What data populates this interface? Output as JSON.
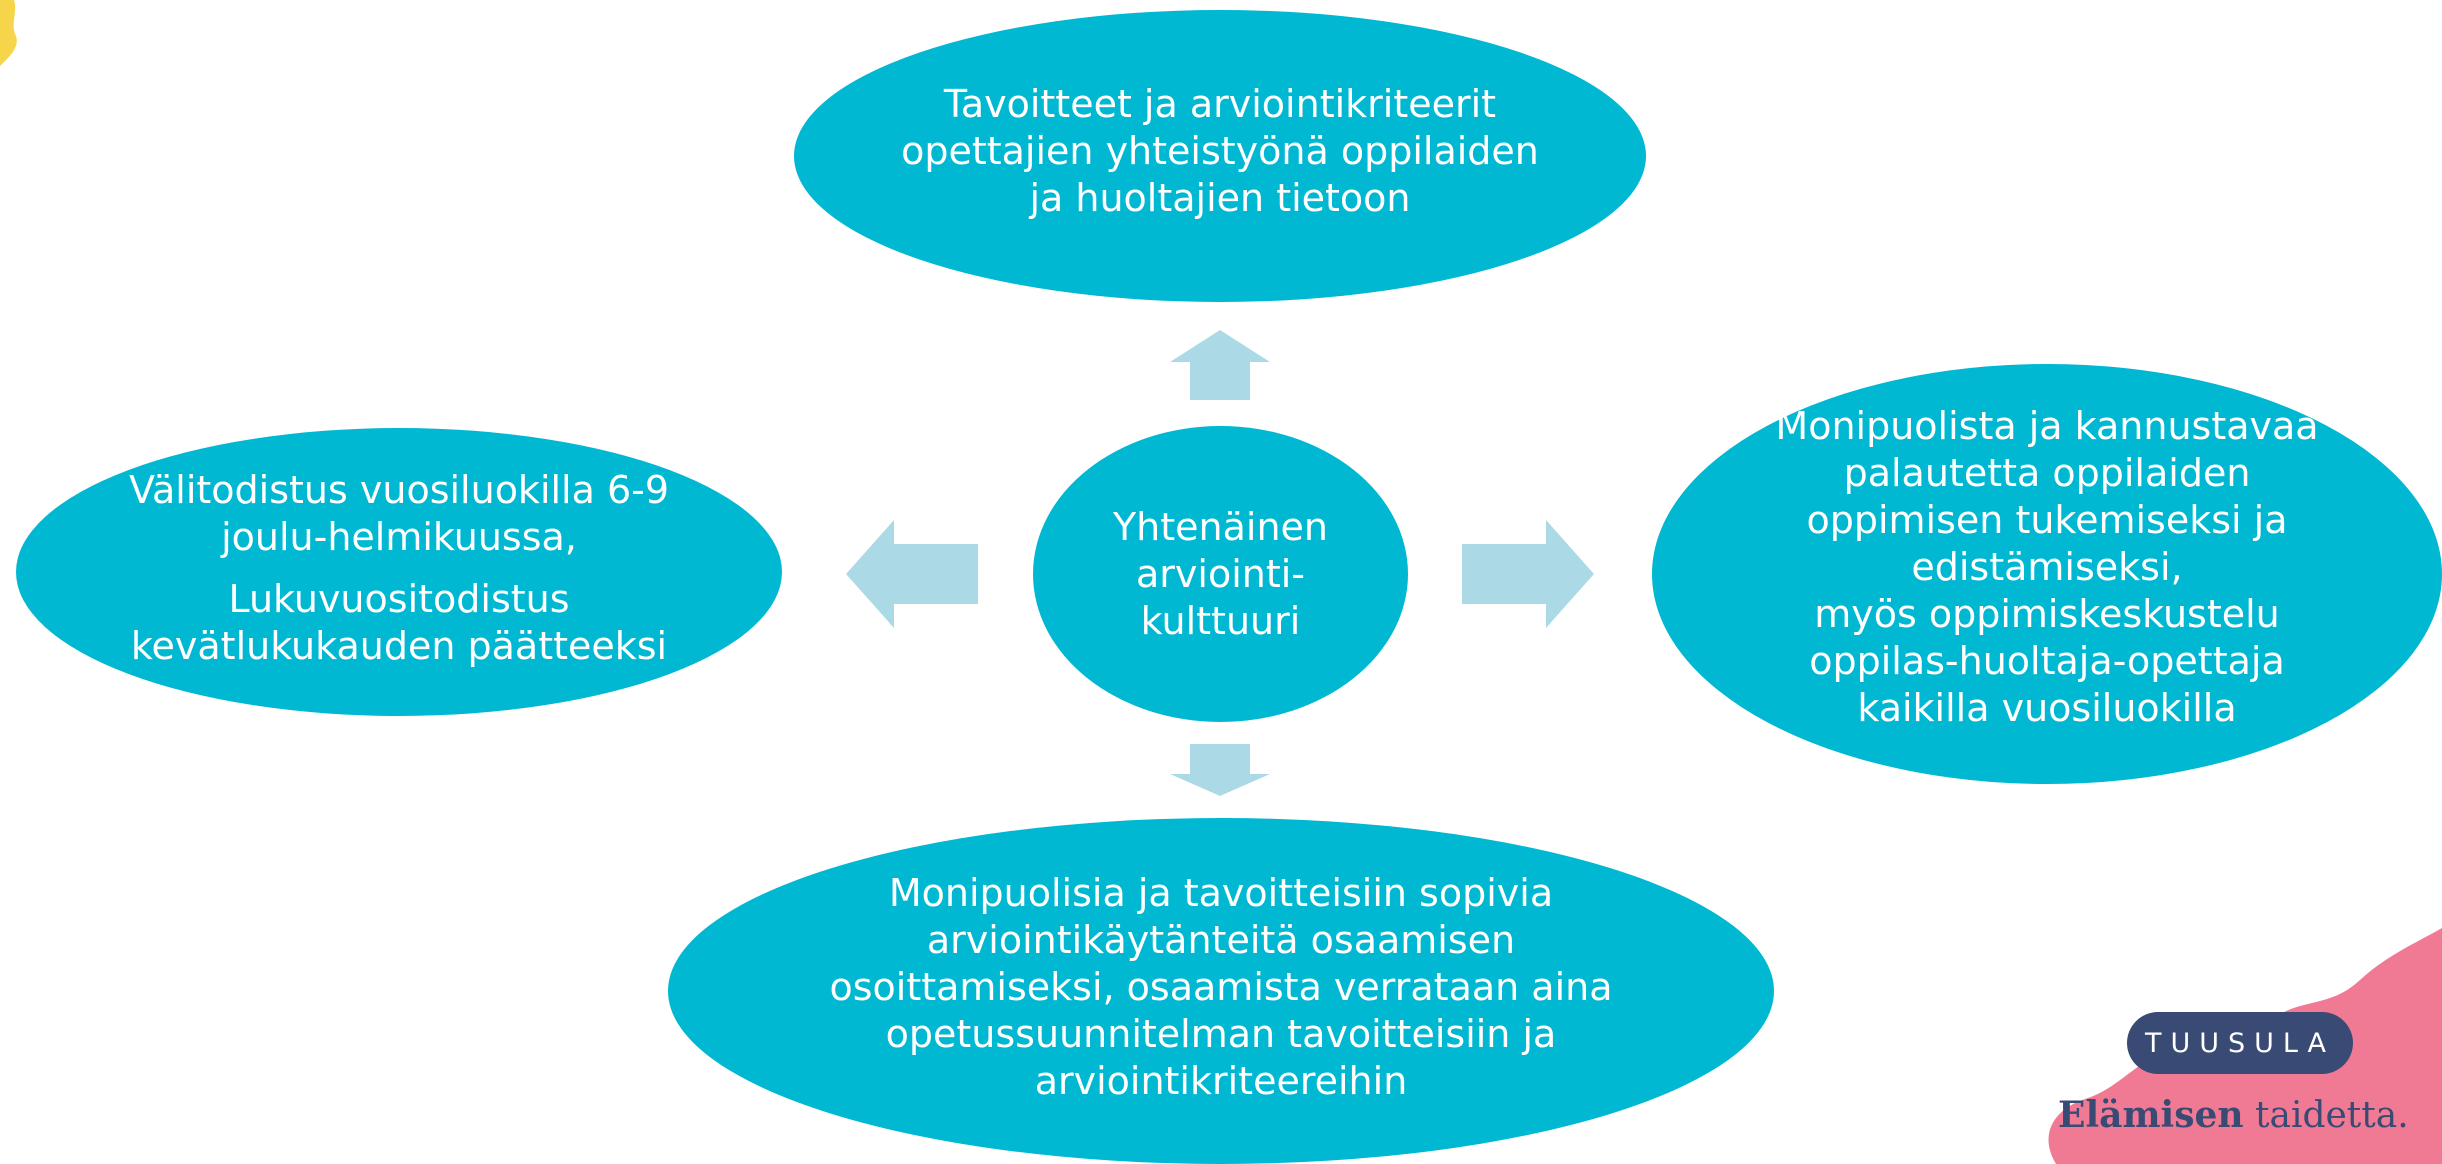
{
  "colors": {
    "ellipse_fill": "#00B8D2",
    "arrow_fill": "#ACD9E6",
    "brand_navy": "#394A74",
    "brand_pink": "#F07A94",
    "accent_yellow": "#F7D54A"
  },
  "diagram": {
    "center": {
      "lines": [
        "Yhtenäinen",
        "arviointi-",
        "kulttuuri"
      ]
    },
    "top": {
      "lines": [
        "Tavoitteet ja arviointikriteerit",
        "opettajien yhteistyönä oppilaiden",
        "ja huoltajien tietoon"
      ]
    },
    "left": {
      "paragraph1": [
        "Välitodistus vuosiluokilla 6-9",
        "joulu-helmikuussa,"
      ],
      "paragraph2": [
        "Lukuvuositodistus",
        "kevätlukukauden päätteeksi"
      ]
    },
    "right": {
      "lines": [
        "Monipuolista ja kannustavaa",
        "palautetta oppilaiden",
        "oppimisen tukemiseksi ja",
        "edistämiseksi,",
        "myös oppimiskeskustelu",
        "oppilas-huoltaja-opettaja",
        "kaikilla vuosiluokilla"
      ]
    },
    "bottom": {
      "lines": [
        "Monipuolisia ja tavoitteisiin sopivia",
        "arviointikäytänteitä osaamisen",
        "osoittamiseksi, osaamista verrataan aina",
        "opetussuunnitelman tavoitteisiin ja",
        "arviointikriteereihin"
      ]
    },
    "arrows": [
      "up",
      "left",
      "right",
      "down"
    ]
  },
  "branding": {
    "logo_text": "TUUSULA",
    "tagline_strong": "Elämisen",
    "tagline_rest": "taidetta."
  }
}
